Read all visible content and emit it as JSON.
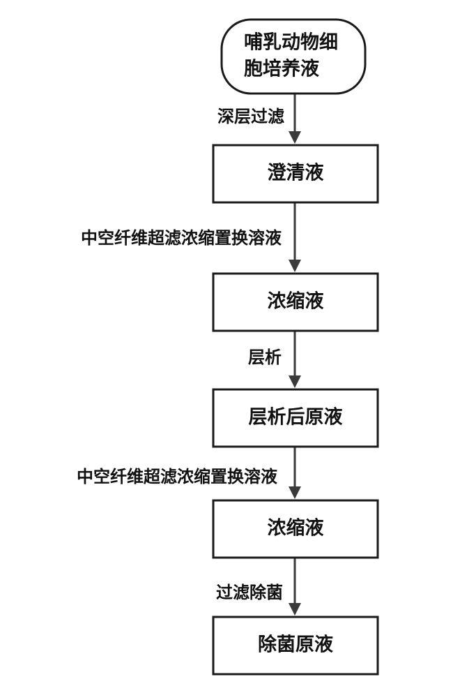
{
  "diagram": {
    "nodes": [
      {
        "id": "start",
        "shape": "terminal",
        "lines": [
          "哺乳动物细",
          "胞培养液"
        ]
      },
      {
        "id": "clarified",
        "shape": "process",
        "lines": [
          "澄清液"
        ]
      },
      {
        "id": "concentrate-1",
        "shape": "process",
        "lines": [
          "浓缩液"
        ]
      },
      {
        "id": "chromatography-stock",
        "shape": "process",
        "lines": [
          "层析后原液"
        ]
      },
      {
        "id": "concentrate-2",
        "shape": "process",
        "lines": [
          "浓缩液"
        ]
      },
      {
        "id": "sterile-stock",
        "shape": "process",
        "lines": [
          "除菌原液"
        ]
      }
    ],
    "edges": [
      {
        "id": "depth-filtration",
        "from": "start",
        "to": "clarified",
        "label": "深层过滤"
      },
      {
        "id": "uf-exchange-1",
        "from": "clarified",
        "to": "concentrate-1",
        "label": "中空纤维超滤浓缩置换溶液"
      },
      {
        "id": "chromatography",
        "from": "concentrate-1",
        "to": "chromatography-stock",
        "label": "层析"
      },
      {
        "id": "uf-exchange-2",
        "from": "chromatography-stock",
        "to": "concentrate-2",
        "label": "中空纤维超滤浓缩置换溶液"
      },
      {
        "id": "sterile-filtration",
        "from": "concentrate-2",
        "to": "sterile-stock",
        "label": "过滤除菌"
      }
    ]
  }
}
